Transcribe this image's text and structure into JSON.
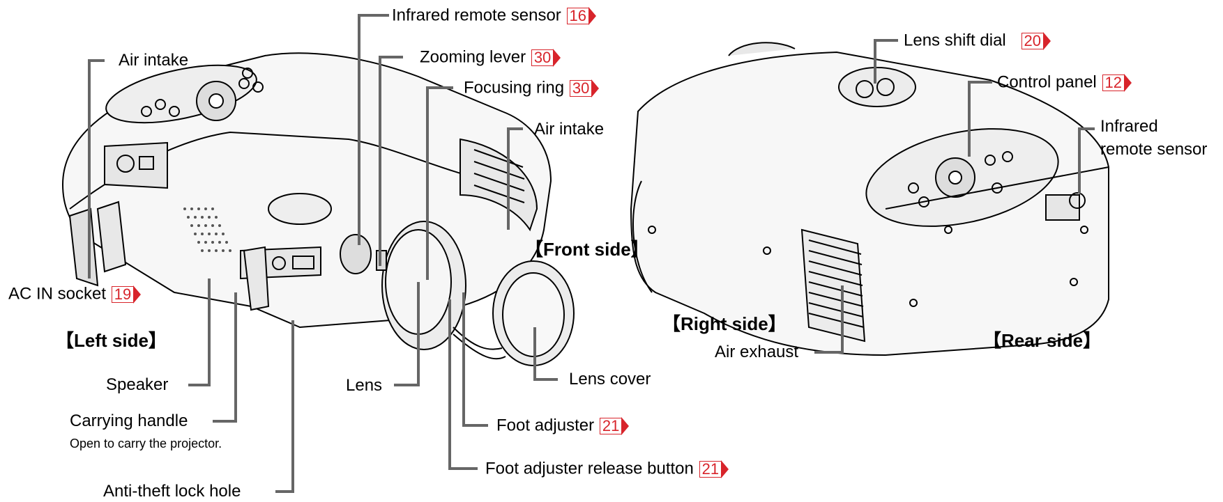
{
  "labels": {
    "air_intake_left": "Air intake",
    "ac_in_socket": "AC IN socket",
    "ac_in_ref": "19",
    "infrared_remote_sensor_front": "Infrared remote sensor",
    "infrared_remote_sensor_front_ref": "16",
    "zooming_lever": "Zooming lever",
    "zooming_lever_ref": "30",
    "focusing_ring": "Focusing ring",
    "focusing_ring_ref": "30",
    "air_intake_front": "Air intake",
    "speaker": "Speaker",
    "carrying_handle": "Carrying handle",
    "carrying_handle_note": "Open to carry the projector.",
    "anti_theft_lock_hole": "Anti-theft lock hole",
    "lens": "Lens",
    "lens_cover": "Lens cover",
    "foot_adjuster": "Foot adjuster",
    "foot_adjuster_ref": "21",
    "foot_adjuster_release_button": "Foot adjuster release button",
    "foot_adjuster_release_ref": "21",
    "lens_shift_dial": "Lens shift dial",
    "lens_shift_dial_ref": "20",
    "control_panel": "Control panel",
    "control_panel_ref": "12",
    "infrared_remote_sensor_rear_line1": "Infrared",
    "infrared_remote_sensor_rear_line2": "remote sensor",
    "air_exhaust": "Air exhaust"
  },
  "sides": {
    "left": "【Left side】",
    "front": "【Front side】",
    "right": "【Right side】",
    "rear": "【Rear side】"
  },
  "colors": {
    "ref_red": "#d8242b",
    "leader_gray": "#666666"
  }
}
